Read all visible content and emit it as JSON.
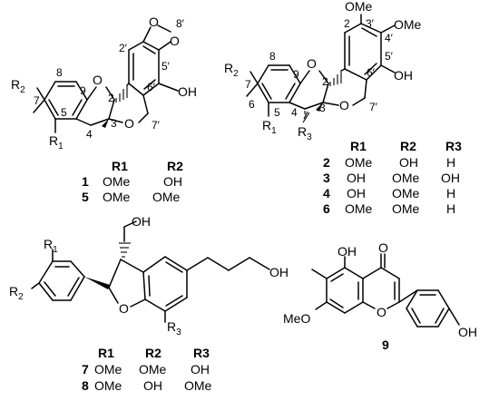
{
  "figure": {
    "struct_a": {
      "labels": {
        "O1": "O",
        "O8a": "O",
        "O8b": "O",
        "O_pyran": "O",
        "OH": "OH",
        "R2": "R",
        "R2sub": "2",
        "R1": "R",
        "R1sub": "1"
      },
      "numbers": {
        "n8": "8",
        "n9": "9",
        "n2": "2",
        "n2p": "2′",
        "n8p": "8′",
        "n5p": "5′",
        "n6p": "6′",
        "n7p": "7′",
        "n7": "7",
        "n5": "5",
        "n3": "3",
        "n4": "4"
      },
      "table": {
        "headers": [
          "R1",
          "R2"
        ],
        "rows": [
          {
            "id": "1",
            "cells": [
              "OMe",
              "OH"
            ]
          },
          {
            "id": "5",
            "cells": [
              "OMe",
              "OMe"
            ]
          }
        ]
      }
    },
    "struct_b": {
      "labels": {
        "OMe1": "OMe",
        "OMe2": "OMe",
        "OH": "OH",
        "O1": "O",
        "O_pyran": "O",
        "R2": "R",
        "R2sub": "2",
        "R1": "R",
        "R1sub": "1",
        "R3": "R",
        "R3sub": "3"
      },
      "numbers": {
        "n8": "8",
        "n9": "9",
        "n2": "2",
        "n2p": "2",
        "n3p": "3′",
        "n4p": "4′",
        "n5p": "5′",
        "n6p": "6′",
        "n7p": "7′",
        "n7": "7",
        "n6": "6",
        "n5": "5",
        "n4": "4",
        "n3": "3"
      },
      "table": {
        "headers": [
          "R1",
          "R2",
          "R3"
        ],
        "rows": [
          {
            "id": "2",
            "cells": [
              "OMe",
              "OH",
              "H"
            ]
          },
          {
            "id": "3",
            "cells": [
              "OH",
              "OMe",
              "OH"
            ]
          },
          {
            "id": "4",
            "cells": [
              "OH",
              "OMe",
              "H"
            ]
          },
          {
            "id": "6",
            "cells": [
              "OMe",
              "OMe",
              "H"
            ]
          }
        ]
      }
    },
    "struct_c": {
      "labels": {
        "OH_top": "OH",
        "OH_right": "OH",
        "O_furan": "O",
        "R1": "R",
        "R1sub": "1",
        "R2": "R",
        "R2sub": "2",
        "R3": "R",
        "R3sub": "3"
      },
      "table": {
        "headers": [
          "R1",
          "R2",
          "R3"
        ],
        "rows": [
          {
            "id": "7",
            "cells": [
              "OMe",
              "OMe",
              "OH"
            ]
          },
          {
            "id": "8",
            "cells": [
              "OMe",
              "OH",
              "OMe"
            ]
          }
        ]
      }
    },
    "struct_d": {
      "labels": {
        "OH_top": "OH",
        "O_keto": "O",
        "MeO": "MeO",
        "O_ring": "O",
        "OH_right": "OH"
      },
      "id": "9"
    }
  }
}
